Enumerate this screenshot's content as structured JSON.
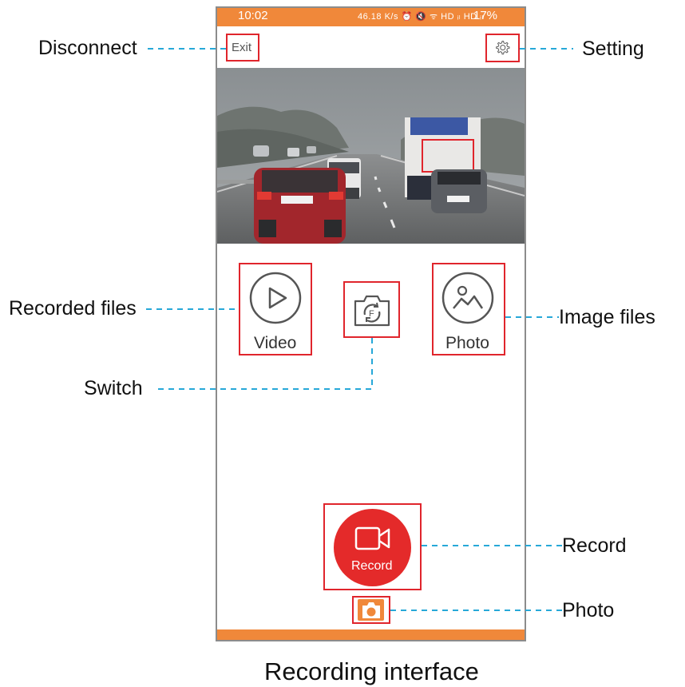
{
  "status_bar": {
    "time": "10:02",
    "icons_text": "46.18 K/s ⏰ 🔇 ᯤ HD ᵢₗ HD ᵢₗ",
    "battery": "17%"
  },
  "app": {
    "exit_label": "Exit",
    "video_label": "Video",
    "photo_label": "Photo",
    "record_label": "Record",
    "icons": {
      "settings": "gear-icon",
      "video": "play-circle-icon",
      "switch": "camera-switch-icon",
      "photo": "image-circle-icon",
      "record": "video-camera-icon",
      "photo_shot": "camera-icon"
    },
    "colors": {
      "accent_orange": "#f0883a",
      "record_red": "#e42a2a",
      "annotation_red": "#e0252c",
      "leader_cyan": "#27a8d8"
    }
  },
  "callouts": {
    "disconnect": "Disconnect",
    "setting": "Setting",
    "recorded_files": "Recorded files",
    "image_files": "Image files",
    "switch": "Switch",
    "record": "Record",
    "photo": "Photo"
  },
  "caption": "Recording interface"
}
